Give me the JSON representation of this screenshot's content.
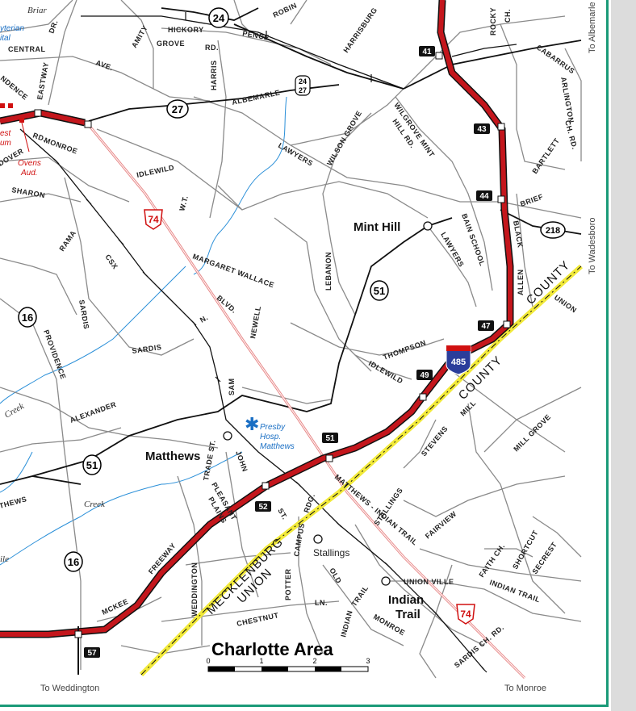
{
  "title": "Charlotte Area",
  "edges": {
    "bottom_left": "To Weddington",
    "bottom_right": "To Monroe",
    "right_top": "To Albemarle",
    "right_mid": "To Wadesboro"
  },
  "towns": {
    "mint_hill": "Mint Hill",
    "matthews": "Matthews",
    "stallings": "Stallings",
    "indian": "Indian",
    "trail": "Trail"
  },
  "counties": {
    "mecklenburg": "MECKLENBURG",
    "union_left": "UNION",
    "county_a": "COUNTY",
    "county_b": "COUNTY",
    "union_right": "UNION"
  },
  "poi": {
    "presby_1": "Presby",
    "presby_2": "Hosp.",
    "presby_3": "Matthews",
    "ovens_1": "Ovens",
    "ovens_2": "Aud.",
    "presbyterian": "yterian",
    "hospital": "ital",
    "west": "est",
    "um": "um"
  },
  "creeks": {
    "creek_a": "Creek",
    "creek_b": "Creek",
    "creek_c": "ile"
  },
  "roads": {
    "briar": "Briar",
    "central": "CENTRAL",
    "dr": "DR.",
    "eastway": "EASTWAY",
    "ndence": "NDENCE",
    "ave": "AVE.",
    "amity": "AMITY",
    "hickory": "HICKORY",
    "grove": "GROVE",
    "rd1": "RD.",
    "pence": "PENCE",
    "robin": "ROBIN",
    "harrisburg": "HARRISBURG",
    "rocky": "ROCKY",
    "ch": "CH.",
    "cabarrus": "CABARRUS",
    "arlington": "ARLINGTON",
    "ch_rd": "CH. RD.",
    "harris": "HARRIS",
    "albemarle": "ALBEMARLE",
    "monroe": "MONROE",
    "dover": "DOVER",
    "rd_monroe": "RD.",
    "lawyers": "LAWYERS",
    "wilson_grove": "WILSON GROVE",
    "wilgrove_mint": "WILGROVE MINT",
    "hill_rd": "HILL RD.",
    "idlewild": "IDLEWILD",
    "sharon": "SHARON",
    "wt": "W.T.",
    "rama": "RAMA",
    "csx": "CSX",
    "margaret_wallace": "MARGARET  WALLACE",
    "lebanon": "LEBANON",
    "bain_school": "BAIN  SCHOOL",
    "lawyers2": "LAWYERS",
    "black": "BLACK",
    "allen": "ALLEN",
    "bartlett": "BARTLETT",
    "brief": "BRIEF",
    "sardis": "SARDIS",
    "providence": "PROVIDENCE",
    "blvd": "BLVD.",
    "newell": "NEWELL",
    "sardis_rd": "SARDIS",
    "thompson": "THOMPSON",
    "idlewild2": "IDLEWILD",
    "sam": "SAM",
    "alexander": "ALEXANDER",
    "trade_st": "TRADE ST.",
    "john": "JOHN",
    "stevens": "STEVENS",
    "mill": "MILL",
    "mill_grove": "MILL   GROVE",
    "thews": "THEWS",
    "pleasant": "PLEASANT",
    "plains": "PLAINS",
    "matthews_indian_trail": "MATTHEWS - INDIAN TRAIL",
    "stallings": "STALLINGS",
    "campus": "CAMPUS",
    "fairview": "FAIRVIEW",
    "freeway": "FREEWAY",
    "weddington": "WEDDINGTON",
    "mckee": "MCKEE",
    "chestnut": "CHESTNUT",
    "ln": "LN.",
    "potter": "POTTER",
    "old": "OLD",
    "trail": "TRAIL",
    "union_ville": "UNION  VILLE",
    "faith": "FAITH  CH.",
    "shortcut": "SHORTCUT",
    "secrest": "SECREST",
    "indian_trail": "INDIAN   TRAIL",
    "monroe2": "MONROE",
    "sardis_ch": "SARDIS  CH.  RD.",
    "indian2": "INDIAN",
    "st": "ST.",
    "rdg": "RDG.",
    "n": "N."
  },
  "shields": {
    "nc24": "24",
    "nc27": "27",
    "nc2427": "24 27",
    "us74a": "74",
    "us74b": "74",
    "nc51a": "51",
    "nc51b": "51",
    "nc16a": "16",
    "nc16b": "16",
    "nc218": "218",
    "i485": "485"
  },
  "exits": [
    "41",
    "43",
    "44",
    "47",
    "49",
    "51",
    "52",
    "57"
  ],
  "scale": {
    "labels": [
      "0",
      "1",
      "2",
      "3"
    ]
  },
  "colors": {
    "interstate": "#c4161c",
    "county_line": "#f2ea3a",
    "water": "#2a8fd8",
    "us_route": "#e88a8a",
    "frame": "#1a9a78"
  }
}
